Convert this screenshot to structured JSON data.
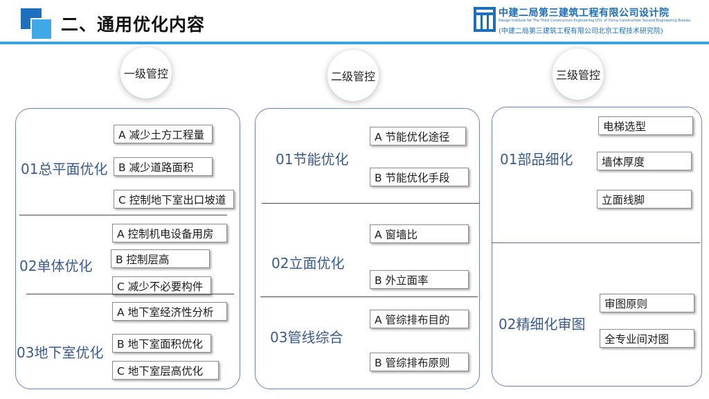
{
  "header": {
    "title": "二、通用优化内容",
    "org_name": "中建二局第三建筑工程有限公司设计院",
    "org_en": "Design Institute for The Third Construction Engineering LTD. of China Construction Second Engineering Bureau",
    "org_sub": "(中建二局第三建筑工程有限公司北京工程技术研究院)"
  },
  "levels": [
    "一级管控",
    "二级管控",
    "三级管控"
  ],
  "panel1": {
    "sections": [
      {
        "title": "01总平面优化",
        "items": [
          "A 减少土方工程量",
          "B 减少道路面积",
          "C 控制地下室出口坡道"
        ]
      },
      {
        "title": "02单体优化",
        "items": [
          "A 控制机电设备用房",
          "B 控制层高",
          "C 减少不必要构件"
        ]
      },
      {
        "title": "03地下室优化",
        "items": [
          "A 地下室经济性分析",
          "B 地下室面积优化",
          "C  地下室层高优化"
        ]
      }
    ]
  },
  "panel2": {
    "sections": [
      {
        "title": "01节能优化",
        "items": [
          "A 节能优化途径",
          "B  节能优化手段"
        ]
      },
      {
        "title": "02立面优化",
        "items": [
          "A 窗墙比",
          "B 外立面率"
        ]
      },
      {
        "title": "03管线综合",
        "items": [
          "A 管综排布目的",
          "B 管综排布原则"
        ]
      }
    ]
  },
  "panel3": {
    "sections": [
      {
        "title": "01部品细化",
        "items": [
          "电梯选型",
          "墙体厚度",
          "立面线脚"
        ]
      },
      {
        "title": "02精细化审图",
        "items": [
          "审图原则",
          "全专业间对图"
        ]
      }
    ]
  }
}
